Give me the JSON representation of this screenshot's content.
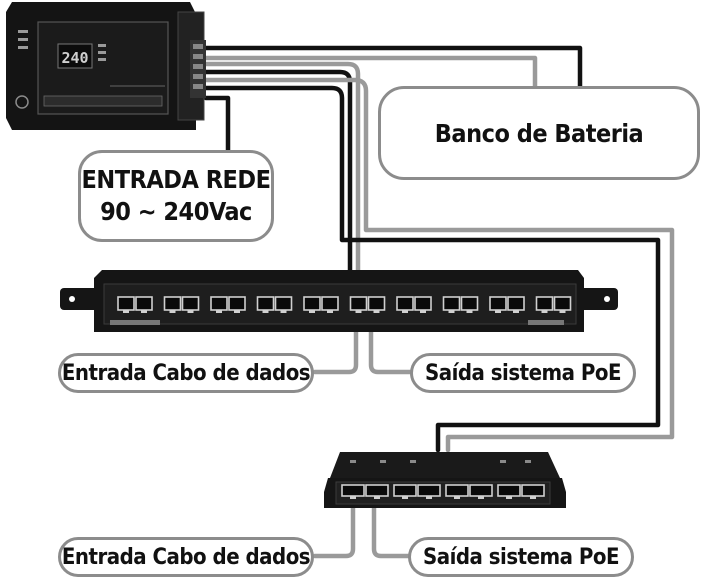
{
  "power_supply": {
    "display": "240"
  },
  "labels": {
    "battery": "Banco de Bateria",
    "mains_line1": "ENTRADA REDE",
    "mains_line2": "90 ~ 240Vac",
    "patch_panel_data_in": "Entrada Cabo de dados",
    "patch_panel_poe_out": "Saída sistema PoE",
    "hub_data_in": "Entrada Cabo de dados",
    "hub_poe_out": "Saída sistema PoE"
  },
  "colors": {
    "cable_dark": "#111111",
    "cable_gray": "#9a9a9a",
    "box_border": "#8c8c8c",
    "device_body": "#141414"
  }
}
